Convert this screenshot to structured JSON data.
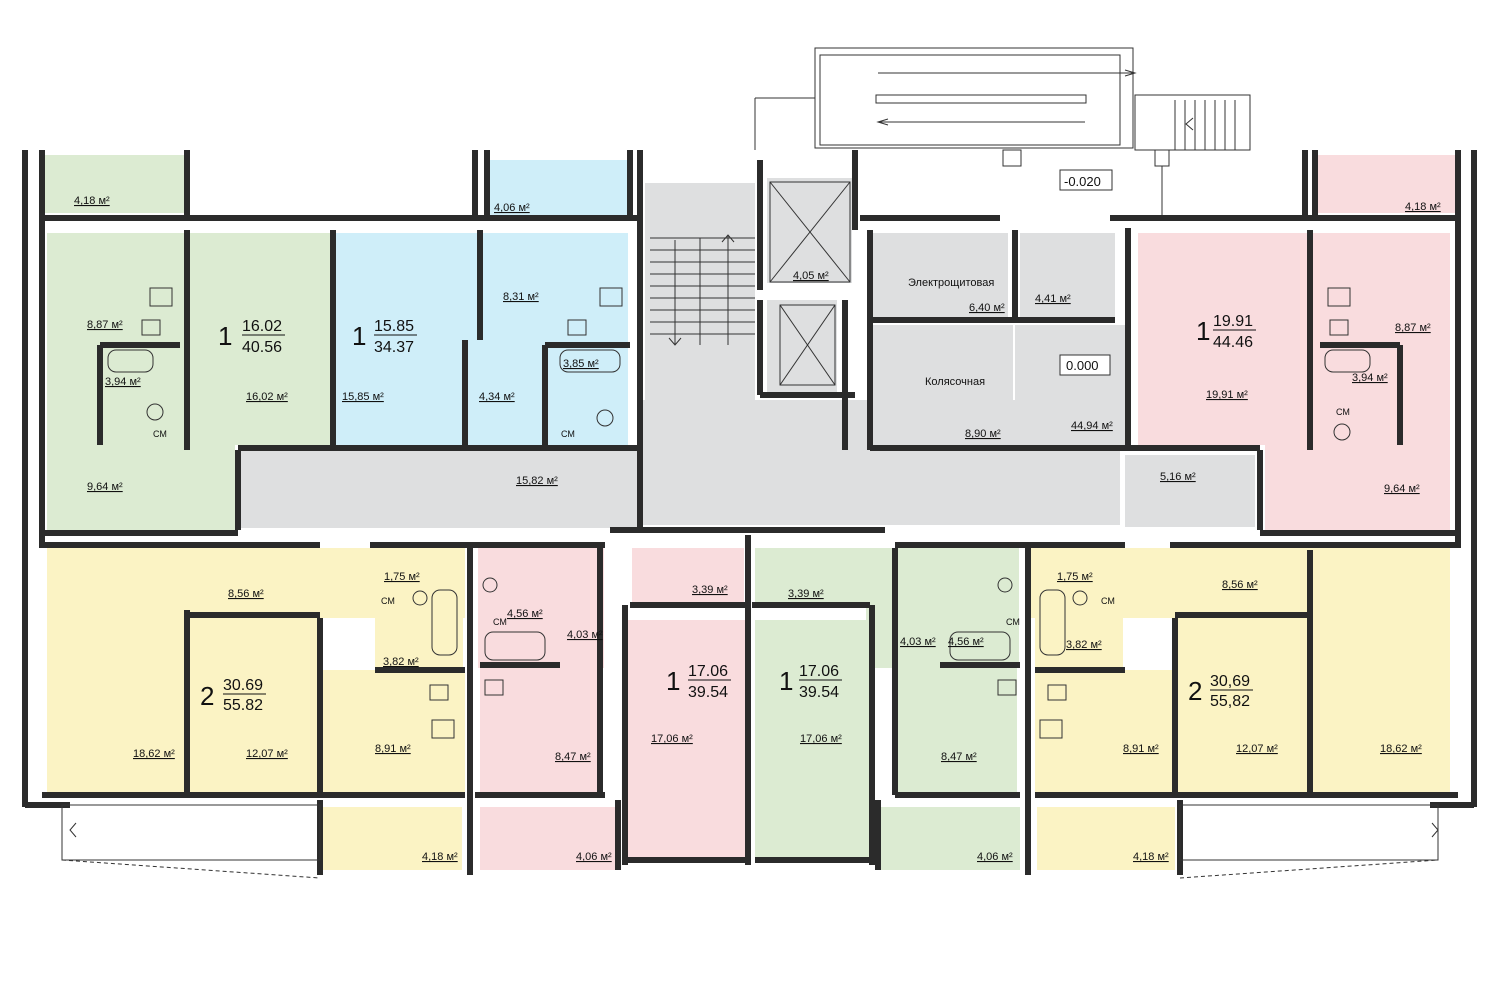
{
  "colors": {
    "green": "#dcebd2",
    "blue": "#cfeef9",
    "pink": "#f9dcde",
    "yellow": "#fbf3c4",
    "grey": "#dedfe0",
    "wall": "#2b2b2b"
  },
  "levels": {
    "ground": "0.000",
    "outside": "-0.020"
  },
  "rooms": {
    "service_1": "Электрощитовая",
    "service_2": "Колясочная"
  },
  "fixture": {
    "wc_label": "СМ"
  },
  "apartments": [
    {
      "rooms": "1",
      "living": "16.02",
      "total": "40.56"
    },
    {
      "rooms": "1",
      "living": "15.85",
      "total": "34.37"
    },
    {
      "rooms": "1",
      "living": "19.91",
      "total": "44.46"
    },
    {
      "rooms": "2",
      "living": "30.69",
      "total": "55.82"
    },
    {
      "rooms": "1",
      "living": "17.06",
      "total": "39.54"
    },
    {
      "rooms": "1",
      "living": "17.06",
      "total": "39.54"
    },
    {
      "rooms": "2",
      "living": "30,69",
      "total": "55,82"
    }
  ],
  "areas": [
    "4,18 м²",
    "8,87 м²",
    "3,94 м²",
    "9,64 м²",
    "16,02 м²",
    "4,06 м²",
    "8,31 м²",
    "3,85 м²",
    "4,34 м²",
    "15,85 м²",
    "15,82 м²",
    "4,05 м²",
    "6,40 м²",
    "4,41 м²",
    "8,90 м²",
    "44,94 м²",
    "19,91 м²",
    "4,18 м²",
    "8,87 м²",
    "3,94 м²",
    "5,16 м²",
    "9,64 м²",
    "8,56 м²",
    "1,75 м²",
    "3,82 м²",
    "18,62 м²",
    "12,07 м²",
    "8,91 м²",
    "4,18 м²",
    "4,56 м²",
    "4,03 м²",
    "3,39 м²",
    "8,47 м²",
    "17,06 м²",
    "4,06 м²",
    "3,39 м²",
    "4,03 м²",
    "4,56 м²",
    "17,06 м²",
    "8,47 м²",
    "4,06 м²",
    "1,75 м²",
    "8,56 м²",
    "3,82 м²",
    "8,91 м²",
    "12,07 м²",
    "18,62 м²",
    "4,18 м²"
  ]
}
